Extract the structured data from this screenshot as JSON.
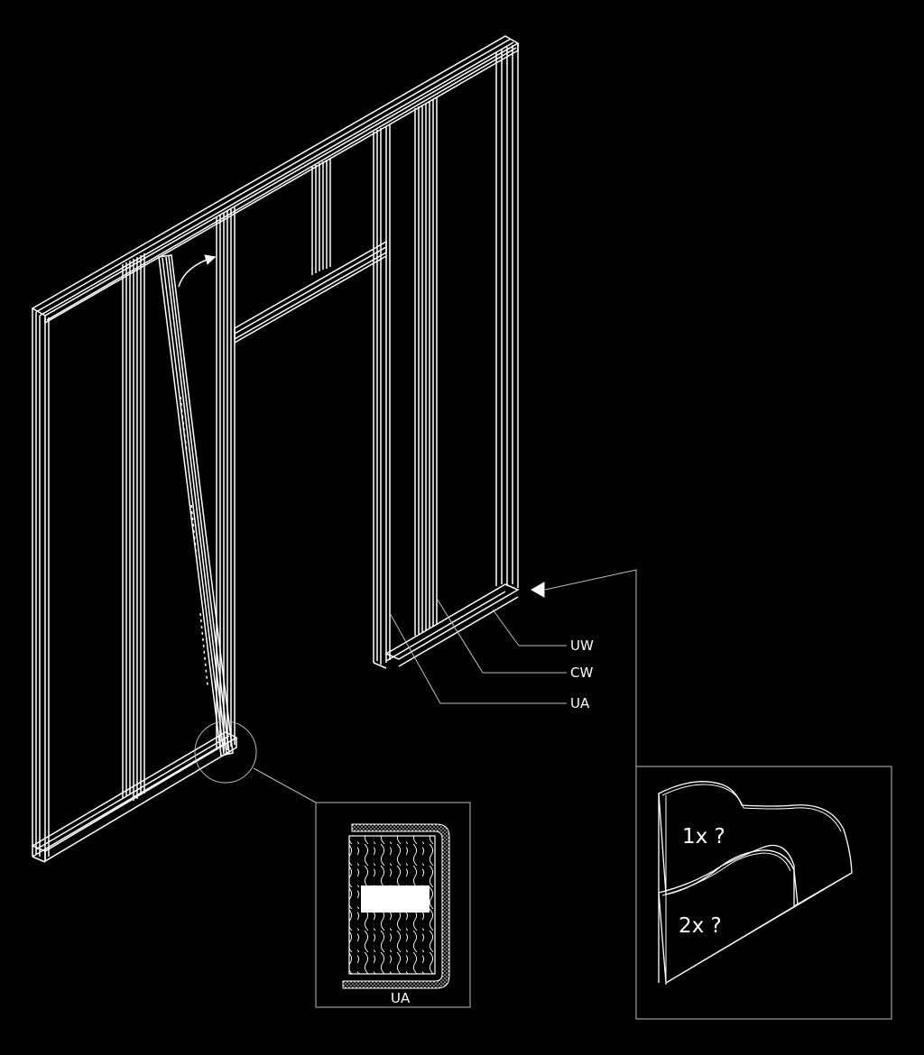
{
  "labels": {
    "uw": "UW",
    "cw": "CW",
    "ua": "UA",
    "detail_caption": "UA",
    "layer_one": "1x ?",
    "layer_two": "2x ?"
  },
  "colors": {
    "background": "#000000",
    "lines": "#ffffff",
    "leader": "#bdbdbd"
  }
}
